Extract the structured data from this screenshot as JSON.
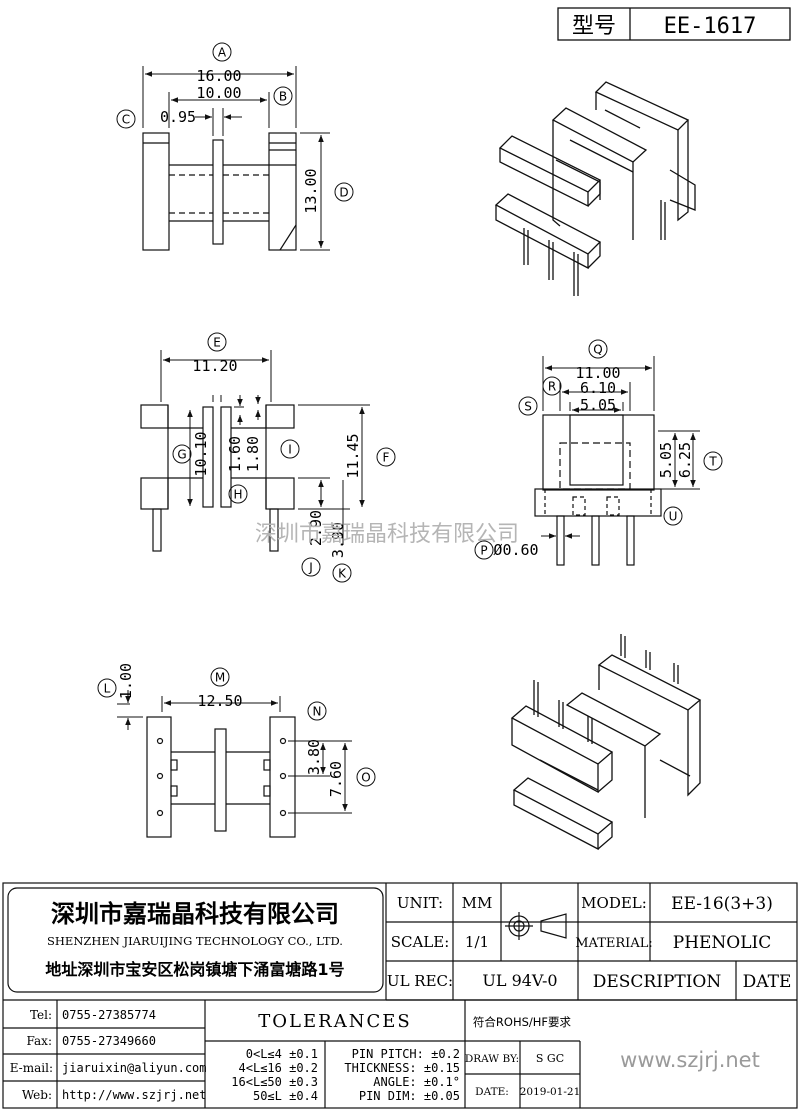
{
  "header": {
    "type_label": "型号",
    "type_value": "EE-1617"
  },
  "watermark": "深圳市嘉瑞晶科技有限公司",
  "top_view": {
    "dims": {
      "A": "16.00",
      "B": "10.00",
      "C": "0.95",
      "D": "13.00"
    },
    "callouts": {
      "A": "A",
      "B": "B",
      "C": "C",
      "D": "D"
    }
  },
  "front_view": {
    "dims": {
      "E": "11.20",
      "G": "10.10",
      "H1": "1.60",
      "I": "1.80",
      "F": "11.45",
      "J": "2.90",
      "K": "3.90"
    },
    "callouts": {
      "E": "E",
      "F": "F",
      "G": "G",
      "H": "H",
      "I": "I",
      "J": "J",
      "K": "K"
    }
  },
  "side_view": {
    "dims": {
      "Q": "11.00",
      "R": "6.10",
      "S": "5.05",
      "T1": "5.05",
      "T": "6.25",
      "P": "Ø0.60"
    },
    "callouts": {
      "Q": "Q",
      "R": "R",
      "S": "S",
      "T": "T",
      "U": "U",
      "P": "P"
    }
  },
  "bottom_view": {
    "dims": {
      "L": "1.00",
      "M": "12.50",
      "N": "3.80",
      "O": "7.60"
    },
    "callouts": {
      "L": "L",
      "M": "M",
      "N": "N",
      "O": "O"
    }
  },
  "title_block": {
    "company_cn": "深圳市嘉瑞晶科技有限公司",
    "company_en": "SHENZHEN JIARUIJING TECHNOLOGY CO., LTD.",
    "address": "地址深圳市宝安区松岗镇塘下涌富塘路1号",
    "unit_label": "UNIT:",
    "unit_value": "MM",
    "scale_label": "SCALE:",
    "scale_value": "1/1",
    "ul_label": "UL REC:",
    "ul_value": "UL 94V-0",
    "model_label": "MODEL:",
    "model_value": "EE-16(3+3)",
    "material_label": "MATERIAL:",
    "material_value": "PHENOLIC",
    "description_label": "DESCRIPTION",
    "date_header": "DATE",
    "tel_label": "Tel:",
    "tel_value": "0755-27385774",
    "fax_label": "Fax:",
    "fax_value": "0755-27349660",
    "email_label": "E-mail:",
    "email_value": "jiaruixin@aliyun.com",
    "web_label": "Web:",
    "web_value": "http://www.szjrj.net",
    "tolerances_title": "TOLERANCES",
    "tol_1": "0<L≤4 ±0.1",
    "tol_2": "4<L≤16 ±0.2",
    "tol_3": "16<L≤50 ±0.3",
    "tol_4": "50≤L ±0.4",
    "pin_pitch": "PIN PITCH: ±0.2",
    "thickness": "THICKNESS: ±0.15",
    "angle": "ANGLE: ±0.1°",
    "pin_dim": "PIN DIM: ±0.05",
    "rohs": "符合ROHS/HF要求",
    "drawn_label": "DRAW BY:",
    "drawn_value": "S GC",
    "date_label": "DATE:",
    "date_value": "2019-01-21",
    "website_big": "www.szjrj.net"
  }
}
